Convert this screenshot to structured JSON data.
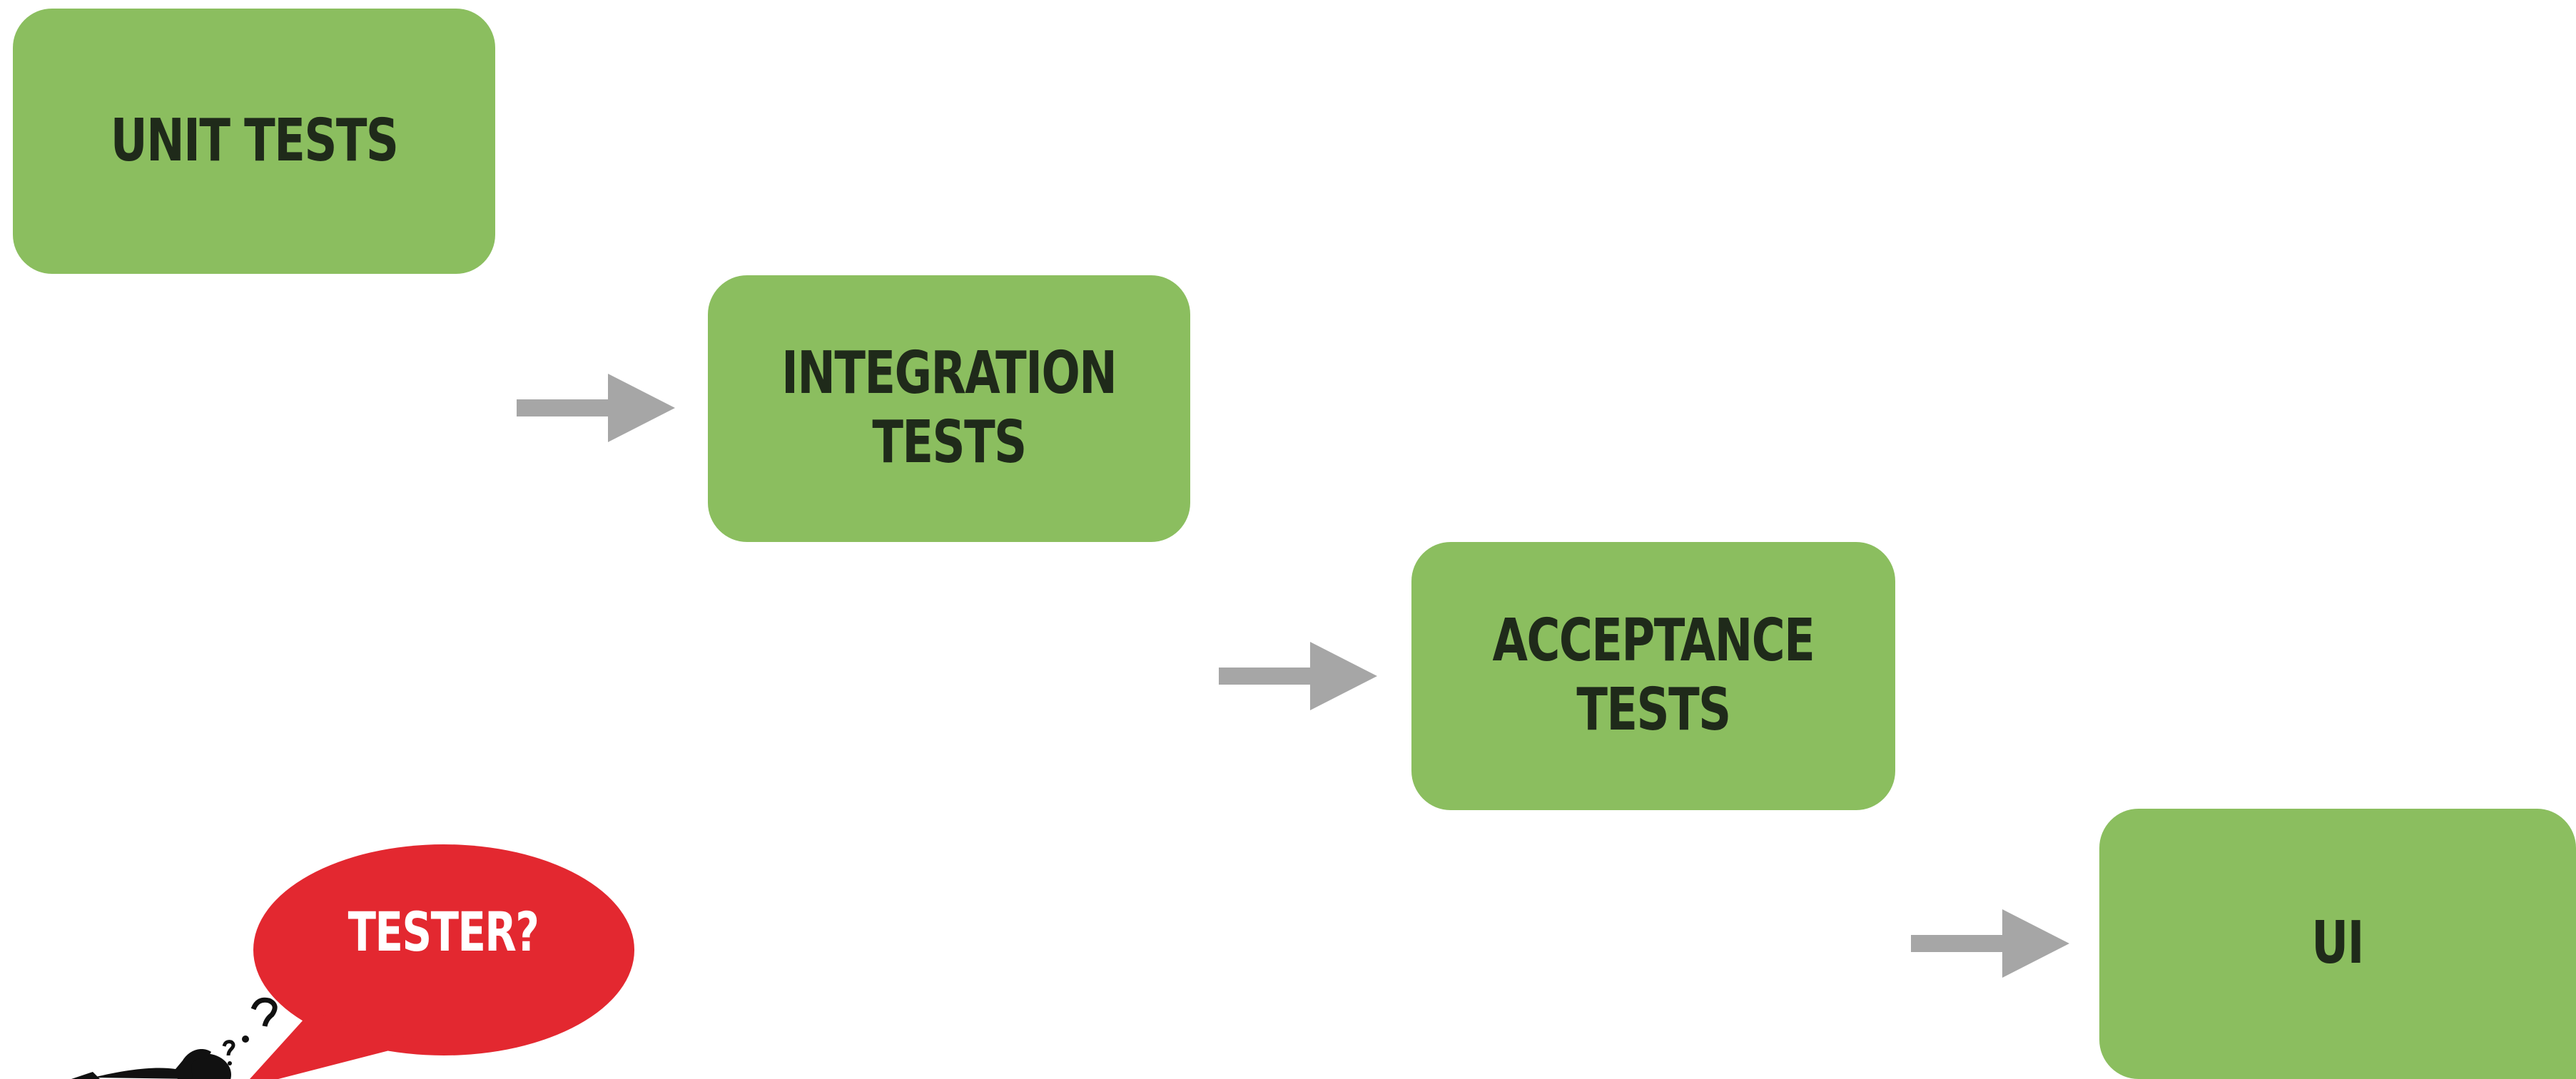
{
  "diagram": {
    "steps": [
      {
        "id": "unit",
        "line1": "UNIT TESTS",
        "line2": ""
      },
      {
        "id": "integration",
        "line1": "INTEGRATION",
        "line2": "TESTS"
      },
      {
        "id": "acceptance",
        "line1": "ACCEPTANCE",
        "line2": "TESTS"
      },
      {
        "id": "ui",
        "line1": "UI",
        "line2": ""
      }
    ],
    "bubble": {
      "label": "TESTER?"
    },
    "colors": {
      "box_fill": "#8bbe5f",
      "box_text": "#1f2a1a",
      "arrow": "#a6a6a6",
      "bubble_fill": "#e32830",
      "bubble_text": "#ffffff",
      "figure": "#111111"
    }
  }
}
